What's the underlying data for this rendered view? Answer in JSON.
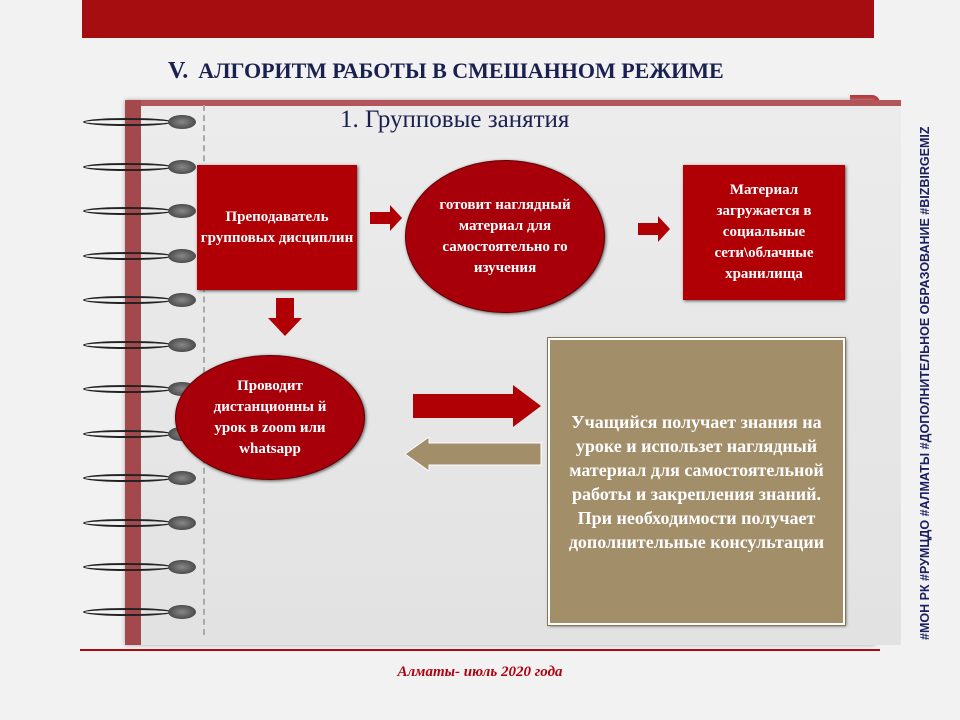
{
  "header": {
    "number": "V.",
    "title": "АЛГОРИТМ РАБОТЫ В СМЕШАННОМ РЕЖИМЕ"
  },
  "subtitle": "1. Групповые занятия",
  "flow": {
    "teacher": "Преподаватель групповых дисциплин",
    "prepares": "готовит наглядный материал для самостоятельно го изучения",
    "uploads": "Материал загружается в социальные сети\\облачные хранилища",
    "lesson": "Проводит дистанционны й урок в zoom или whatsapp",
    "student": "Учащийся получает знания на уроке и использет наглядный материал для самостоятельной работы и закрепления знаний. При необходимости получает дополнительные консультации"
  },
  "side_text": "#МОН РК #РУМЦДО #АЛМАТЫ #ДОПОЛНИТЕЛЬНОЕ ОБРАЗОВАНИЕ #BIZBIRGEMIZ",
  "footer": "Алматы- июль 2020 года",
  "colors": {
    "red": "#b00006",
    "tan": "#a38e6a",
    "navy": "#1a2050"
  }
}
